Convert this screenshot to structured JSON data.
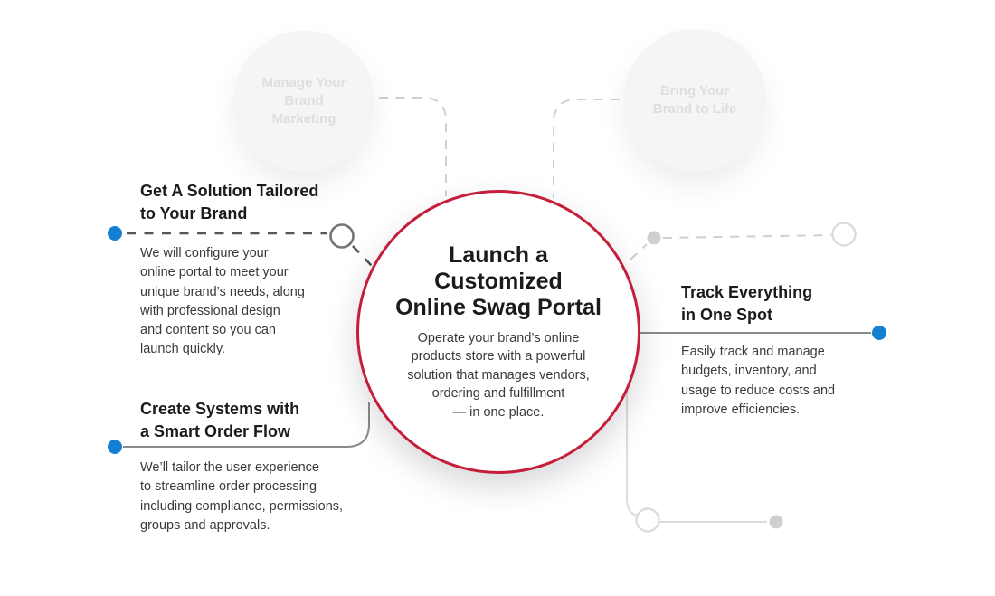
{
  "palette": {
    "accent_blue": "#1580d2",
    "accent_red": "#c41e3a",
    "dashed_dark": "#565656",
    "ring_stroke": "#757575",
    "solid_line": "#8a8a8a",
    "faded_line": "#cfcfcf",
    "faded_line_light": "#dcdcdc",
    "heading_text": "#1b1b1b",
    "body_text": "#3a3a3a",
    "faded_text": "#dedede"
  },
  "center": {
    "title": "Launch a\nCustomized\nOnline Swag Portal",
    "body": "Operate your brand’s online\nproducts store with a powerful\nsolution that manages vendors,\nordering and fulfillment\n— in one place."
  },
  "faded_nodes": [
    {
      "label": "Manage Your\nBrand\nMarketing"
    },
    {
      "label": "Bring Your\nBrand to Life"
    }
  ],
  "items": [
    {
      "title": "Get A Solution Tailored\nto Your Brand",
      "body": "We will configure your\nonline portal to meet your\nunique brand’s needs, along\nwith professional design\nand content so you can\nlaunch quickly."
    },
    {
      "title": "Create Systems with\na Smart Order Flow",
      "body": "We’ll tailor the user experience\nto streamline order processing\nincluding compliance, permissions,\ngroups and approvals."
    },
    {
      "title": "Track Everything\nin One Spot",
      "body": "Easily track and manage\nbudgets, inventory, and\nusage to reduce costs and\nimprove efficiencies."
    }
  ]
}
